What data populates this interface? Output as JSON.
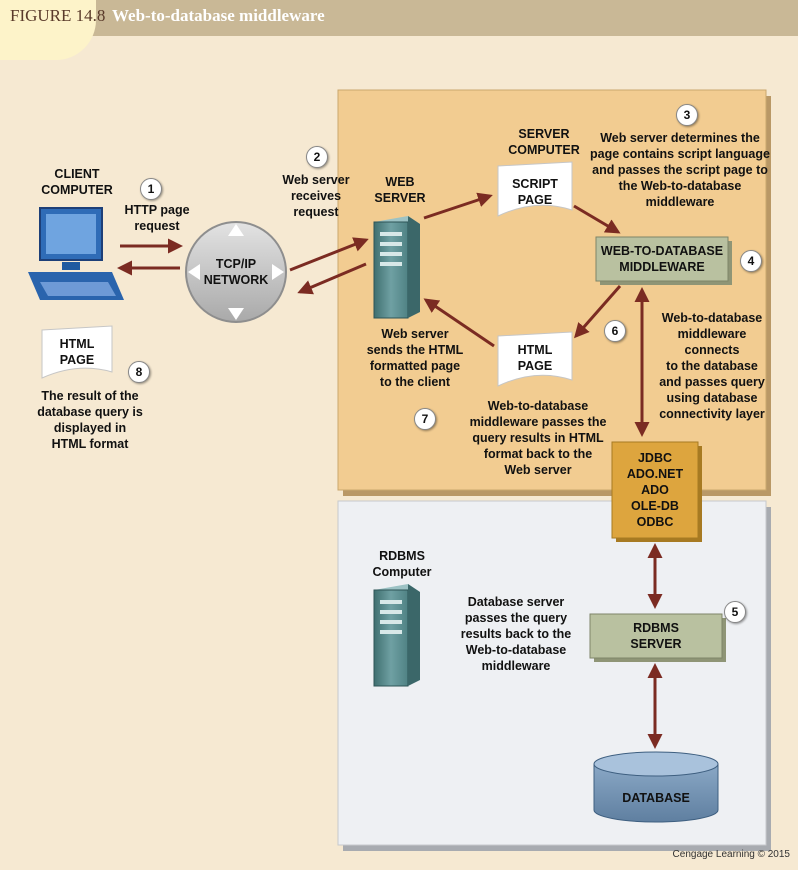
{
  "figure": {
    "label": "FIGURE\n14.8",
    "title": "Web-to-database middleware"
  },
  "client": {
    "label": "CLIENT\nCOMPUTER",
    "html_page": "HTML\nPAGE",
    "result_note": "The result of the\ndatabase query is\ndisplayed in\nHTML format"
  },
  "steps": {
    "s1": {
      "num": "1",
      "text": "HTTP page\nrequest"
    },
    "s2": {
      "num": "2",
      "text": "Web server\nreceives\nrequest"
    },
    "s3": {
      "num": "3",
      "text": "Web server determines the\npage contains script language\nand passes the script page to\nthe Web-to-database\nmiddleware"
    },
    "s4": {
      "num": "4"
    },
    "s5": {
      "num": "5"
    },
    "s6": {
      "num": "6",
      "text": "Web-to-database\nmiddleware passes the\nquery results in HTML\nformat back to the\nWeb server"
    },
    "s7": {
      "num": "7",
      "text": "Web server\nsends the HTML\nformatted page\nto the client"
    },
    "s8": {
      "num": "8"
    }
  },
  "network": {
    "label": "TCP/IP\nNETWORK"
  },
  "web_server": {
    "label": "WEB\nSERVER"
  },
  "server_computer": {
    "label": "SERVER\nCOMPUTER",
    "script_page": "SCRIPT\nPAGE",
    "html_page": "HTML\nPAGE"
  },
  "middleware": {
    "label": "WEB-TO-DATABASE\nMIDDLEWARE",
    "note": "Web-to-database\nmiddleware\nconnects\n to the database\nand passes query\nusing database\nconnectivity layer"
  },
  "connectivity": {
    "label": "JDBC\nADO.NET\nADO\nOLE-DB\nODBC"
  },
  "rdbms": {
    "computer_label": "RDBMS\nComputer",
    "note": "Database server\npasses the query\nresults back to the\nWeb-to-database\nmiddleware",
    "server_label": "RDBMS\nSERVER",
    "database_label": "DATABASE"
  },
  "credit": "Cengage Learning © 2015",
  "colors": {
    "header": "#c9b896",
    "server_area": "#f2cc91",
    "rdbms_area": "#eef0f3",
    "arrow": "#7b2b22",
    "box_green": "#b9c1a0",
    "connectivity": "#dda53e"
  }
}
